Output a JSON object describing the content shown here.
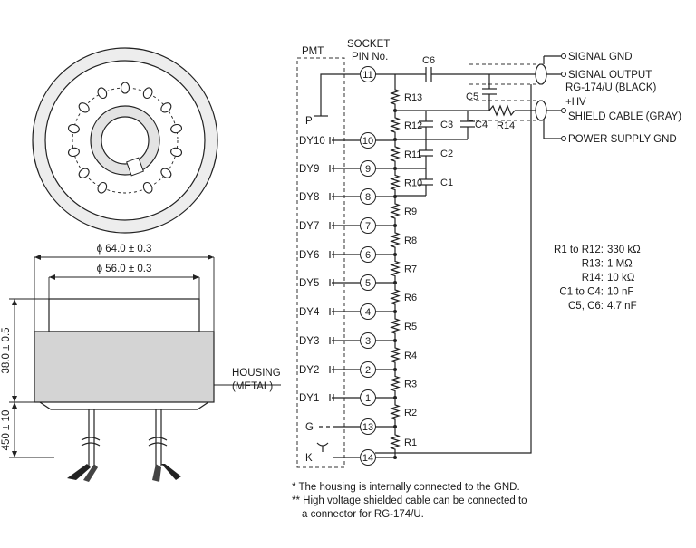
{
  "base_view": {
    "dim_64": "ϕ 64.0 ± 0.3",
    "dim_56": "ϕ 56.0 ± 0.3",
    "dim_38": "38.0 ± 0.5",
    "dim_450": "450 ± 10",
    "housing_line1": "HOUSING",
    "housing_line2": "(METAL)"
  },
  "schematic": {
    "pmt_label": "PMT",
    "socket_line1": "SOCKET",
    "socket_line2": "PIN No.",
    "electrodes": [
      {
        "name": "P",
        "pin": ""
      },
      {
        "name": "DY10",
        "pin": "10"
      },
      {
        "name": "DY9",
        "pin": "9"
      },
      {
        "name": "DY8",
        "pin": "8"
      },
      {
        "name": "DY7",
        "pin": "7"
      },
      {
        "name": "DY6",
        "pin": "6"
      },
      {
        "name": "DY5",
        "pin": "5"
      },
      {
        "name": "DY4",
        "pin": "4"
      },
      {
        "name": "DY3",
        "pin": "3"
      },
      {
        "name": "DY2",
        "pin": "2"
      },
      {
        "name": "DY1",
        "pin": "1"
      },
      {
        "name": "G",
        "pin": "13"
      },
      {
        "name": "K",
        "pin": "14"
      }
    ],
    "anode_pin": "11",
    "resistors": [
      "R13",
      "R12",
      "R11",
      "R10",
      "R9",
      "R8",
      "R7",
      "R6",
      "R5",
      "R4",
      "R3",
      "R2",
      "R1",
      "R14"
    ],
    "capacitors": [
      "C6",
      "C5",
      "C3",
      "C4",
      "C2",
      "C1"
    ],
    "outputs": {
      "signal_gnd": "SIGNAL GND",
      "signal_output": "SIGNAL OUTPUT",
      "rg174": "RG-174/U (BLACK)",
      "hv": "+HV",
      "shield_cable": "SHIELD CABLE (GRAY)",
      "power_gnd": "POWER SUPPLY GND"
    },
    "values": [
      {
        "label": "R1 to R12:",
        "value": "330 kΩ"
      },
      {
        "label": "R13:",
        "value": "1 MΩ"
      },
      {
        "label": "R14:",
        "value": "10 kΩ"
      },
      {
        "label": "C1 to C4:",
        "value": "10 nF"
      },
      {
        "label": "C5, C6:",
        "value": "4.7 nF"
      }
    ]
  },
  "notes": [
    "*  The housing is internally connected to the GND.",
    "** High voltage shielded cable can be connected to",
    "a connector for RG-174/U."
  ]
}
